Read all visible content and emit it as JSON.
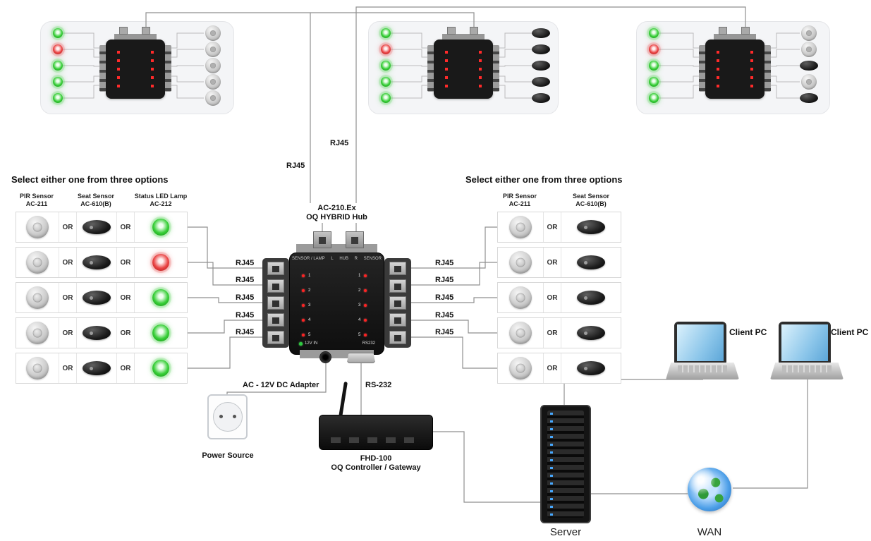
{
  "labels": {
    "rj45": "RJ45",
    "rs232": "RS-232",
    "dc_adapter": "AC - 12V DC Adapter",
    "power_source": "Power Source",
    "gateway_line1": "FHD-100",
    "gateway_line2": "OQ Controller / Gateway",
    "server": "Server",
    "wan": "WAN",
    "client_pc": "Client PC",
    "or": "OR"
  },
  "hub": {
    "model": "AC-210.Ex",
    "name": "OQ HYBRID Hub",
    "face": {
      "header": [
        "SENSOR / LAMP",
        "L",
        "HUB",
        "R",
        "SENSOR"
      ],
      "power": "12V IN",
      "serial": "RS232",
      "ports": [
        "1",
        "2",
        "3",
        "4",
        "5"
      ]
    }
  },
  "left_options": {
    "title": "Select either one from three options",
    "headers": [
      {
        "line1": "PIR Sensor",
        "line2": "AC-211"
      },
      {
        "line1": "Seat Sensor",
        "line2": "AC-610(B)"
      },
      {
        "line1": "Status LED Lamp",
        "line2": "AC-212"
      }
    ],
    "rows": [
      {
        "lamp": "green"
      },
      {
        "lamp": "red"
      },
      {
        "lamp": "green"
      },
      {
        "lamp": "green"
      },
      {
        "lamp": "green"
      }
    ]
  },
  "right_options": {
    "title": "Select either one from three options",
    "headers": [
      {
        "line1": "PIR Sensor",
        "line2": "AC-211"
      },
      {
        "line1": "Seat Sensor",
        "line2": "AC-610(B)"
      }
    ]
  },
  "top_panels": [
    {
      "leds": [
        "green",
        "red",
        "green",
        "green",
        "green"
      ],
      "sensors": [
        "pir",
        "pir",
        "pir",
        "pir",
        "pir"
      ]
    },
    {
      "leds": [
        "green",
        "red",
        "green",
        "green",
        "green"
      ],
      "sensors": [
        "seat",
        "seat",
        "seat",
        "seat",
        "seat"
      ]
    },
    {
      "leds": [
        "green",
        "red",
        "green",
        "green",
        "green"
      ],
      "sensors": [
        "pir",
        "pir",
        "seat",
        "pir",
        "seat"
      ]
    }
  ],
  "colors": {
    "green_led": "#2ecc40",
    "red_led": "#e03131",
    "wire": "#8f8f8f"
  }
}
